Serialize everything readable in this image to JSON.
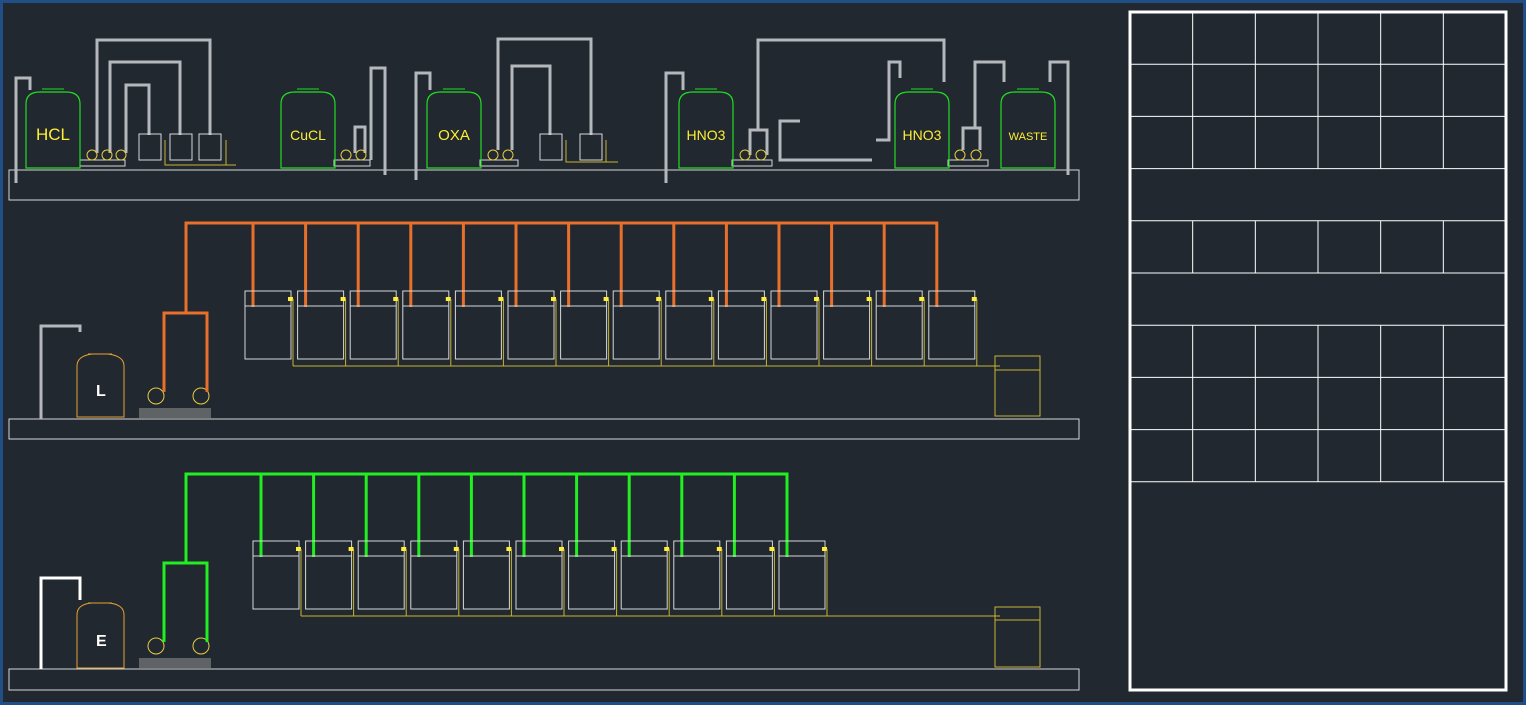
{
  "diagram": {
    "top_row_tanks": [
      {
        "label": "HCL"
      },
      {
        "label": "CuCL"
      },
      {
        "label": "OXA"
      },
      {
        "label": "HNO3"
      },
      {
        "label": "HNO3"
      },
      {
        "label": "WASTE"
      }
    ],
    "row2": {
      "tank_glyph": "L",
      "bath_count": 14,
      "line_color": "#e8702a"
    },
    "row3": {
      "tank_glyph": "E",
      "bath_count": 11,
      "line_color": "#22ee22"
    },
    "table": {
      "rows": 9,
      "cols": 6,
      "merged_rows": [
        3,
        5
      ]
    },
    "colors": {
      "background": "#212830",
      "frame": "#1f4f86",
      "tank_outline": "#22dd22",
      "label": "#ffee33",
      "pipe_gray": "#b4b8bc",
      "drain_yellow": "#c8b432",
      "orange_manifold": "#e8702a",
      "green_manifold": "#22ee22"
    }
  }
}
